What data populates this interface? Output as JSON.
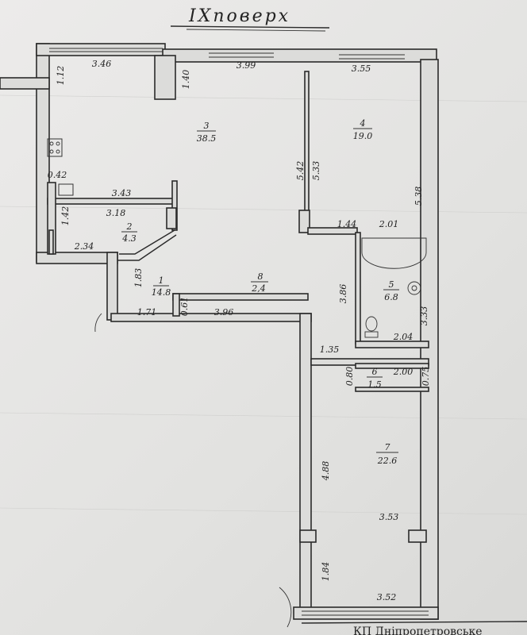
{
  "title": "IXповерх",
  "footer": "КП Дніпропетровське",
  "rooms": [
    {
      "number": "1",
      "area": "14.8"
    },
    {
      "number": "2",
      "area": "4.3"
    },
    {
      "number": "3",
      "area": "38.5"
    },
    {
      "number": "4",
      "area": "19.0"
    },
    {
      "number": "5",
      "area": "6.8"
    },
    {
      "number": "6",
      "area": "1.5"
    },
    {
      "number": "7",
      "area": "22.6"
    },
    {
      "number": "8",
      "area": "2,4"
    }
  ],
  "dimensions": {
    "d346": "3.46",
    "d112": "1.12",
    "d140": "1.40",
    "d399": "3.99",
    "d355": "3.55",
    "d542": "5.42",
    "d533": "5.33",
    "d538": "5.38",
    "d042": "0.42",
    "d343": "3.43",
    "d142": "1.42",
    "d318": "3.18",
    "d234": "2.34",
    "d144": "1.44",
    "d201": "2.01",
    "d183": "1.83",
    "d171": "1.71",
    "d061": "0.61",
    "d396": "3.96",
    "d386": "3.86",
    "d333": "3.33",
    "d204": "2.04",
    "d135": "1.35",
    "d080": "0.80",
    "d200": "2.00",
    "d075": "0.75",
    "d488": "4.88",
    "d353": "3.53",
    "d184": "1.84",
    "d352": "3.52"
  }
}
